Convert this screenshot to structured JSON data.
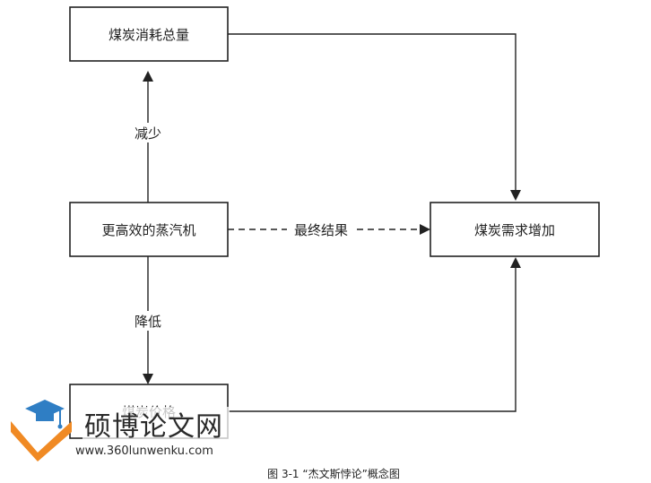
{
  "nodes": {
    "total_consumption": "煤炭消耗总量",
    "efficient_engine": "更高效的蒸汽机",
    "coal_price": "煤炭价格",
    "demand_increase": "煤炭需求增加"
  },
  "edges": {
    "reduce": "减少",
    "lower": "降低",
    "final_result": "最终结果"
  },
  "caption": "图 3-1 “杰文斯悖论”概念图",
  "watermark": {
    "logo_text": "硕博论文网",
    "url": "www.360lunwenku.com",
    "colors": {
      "orange": "#f08a24",
      "blue": "#2f7ec4"
    }
  }
}
